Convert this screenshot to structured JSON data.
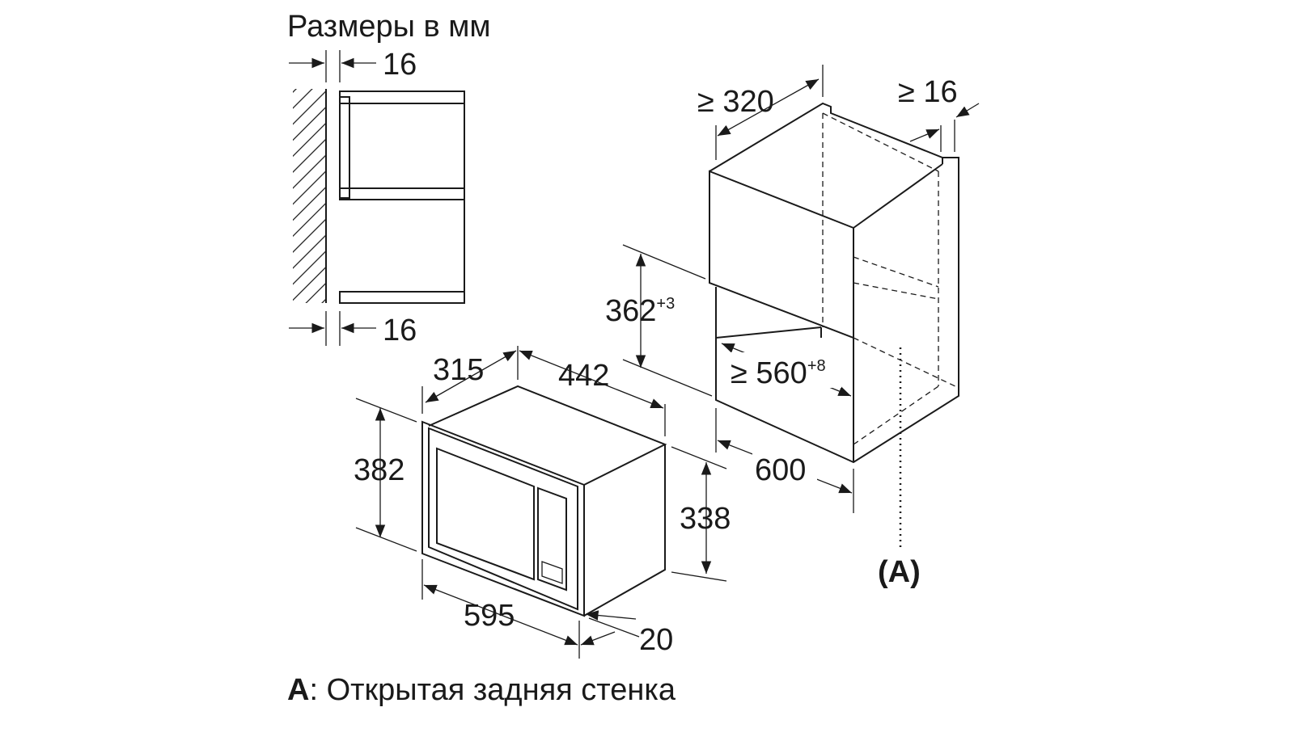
{
  "title": "Размеры в мм",
  "side_view": {
    "top_gap": "16",
    "bottom_gap": "16"
  },
  "appliance": {
    "depth": "315",
    "body_width": "442",
    "front_height": "382",
    "body_height": "338",
    "front_width": "595",
    "front_thickness": "20"
  },
  "niche": {
    "min_depth": "≥ 320",
    "min_rear_gap": "≥ 16",
    "height": "362",
    "height_tolerance": "+3",
    "min_width": "≥ 560",
    "width_tolerance": "+8",
    "cabinet_width": "600",
    "marker": "(A)"
  },
  "legend": {
    "key": "A",
    "text": ": Открытая задняя стенка"
  }
}
